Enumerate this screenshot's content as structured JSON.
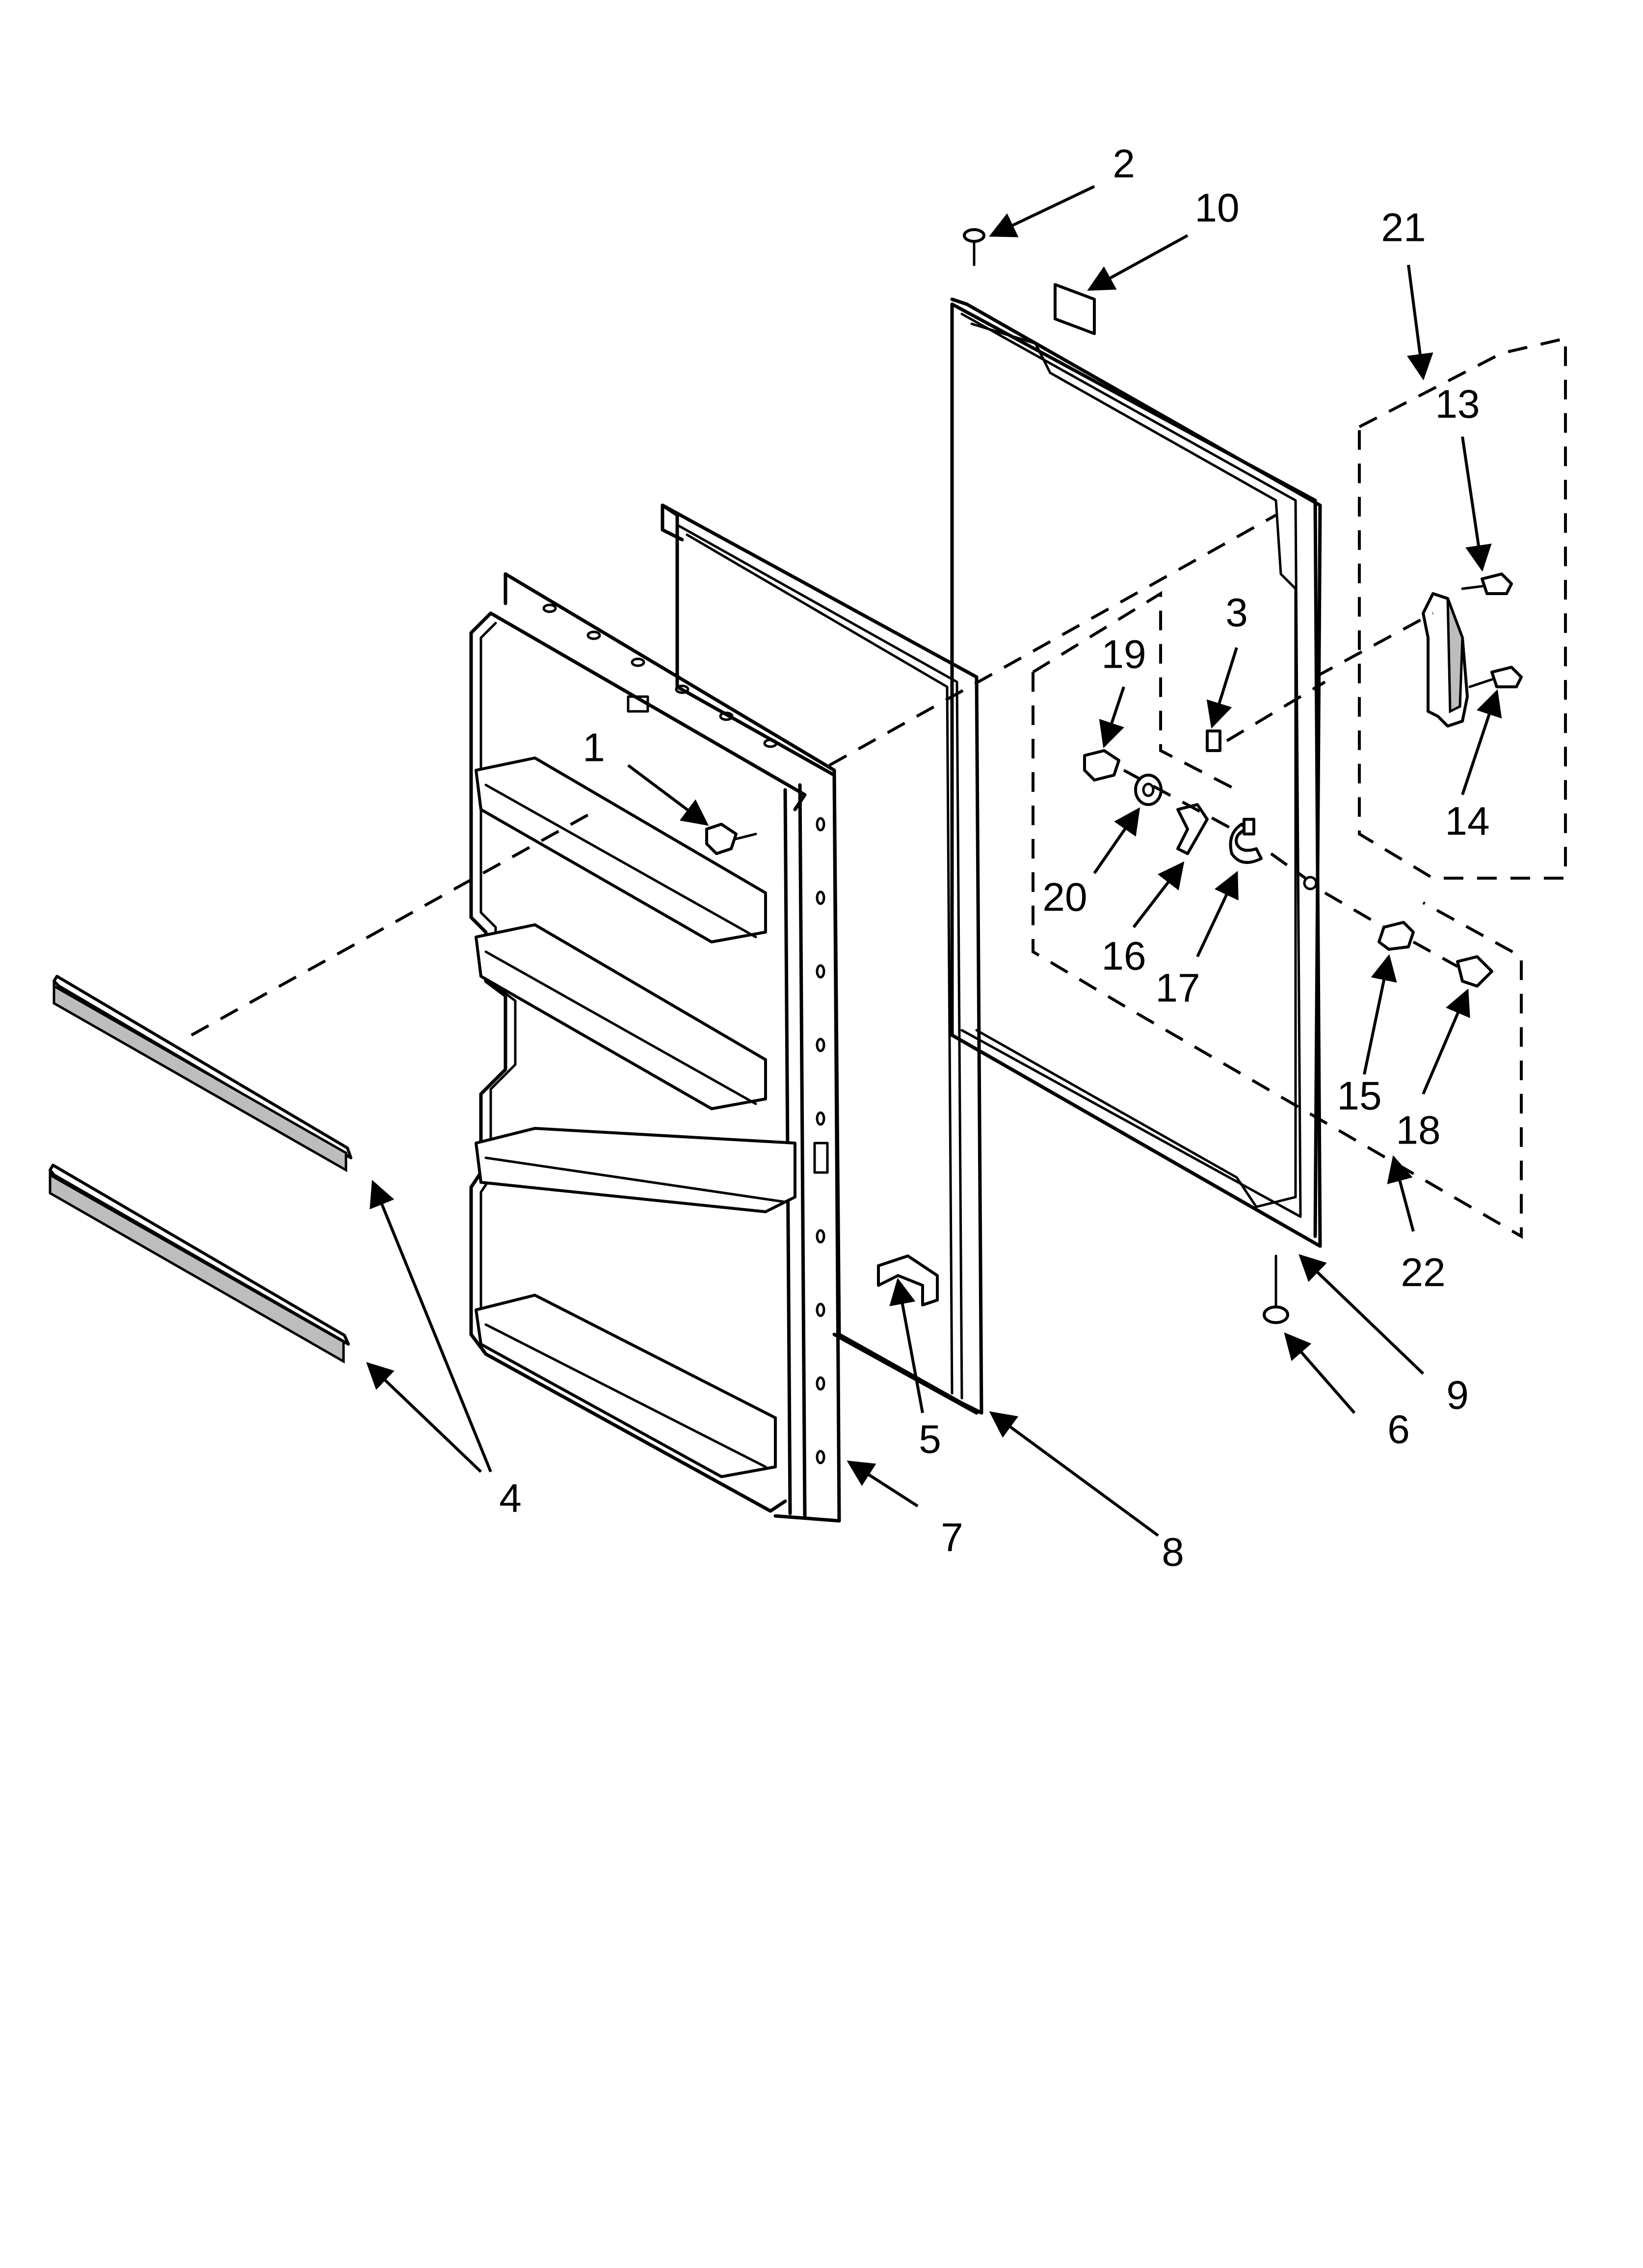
{
  "diagram": {
    "callouts": [
      {
        "id": "1",
        "label": "1"
      },
      {
        "id": "2",
        "label": "2"
      },
      {
        "id": "3",
        "label": "3"
      },
      {
        "id": "4",
        "label": "4"
      },
      {
        "id": "5",
        "label": "5"
      },
      {
        "id": "6",
        "label": "6"
      },
      {
        "id": "7",
        "label": "7"
      },
      {
        "id": "8",
        "label": "8"
      },
      {
        "id": "9",
        "label": "9"
      },
      {
        "id": "10",
        "label": "10"
      },
      {
        "id": "13",
        "label": "13"
      },
      {
        "id": "14",
        "label": "14"
      },
      {
        "id": "15",
        "label": "15"
      },
      {
        "id": "16",
        "label": "16"
      },
      {
        "id": "17",
        "label": "17"
      },
      {
        "id": "18",
        "label": "18"
      },
      {
        "id": "19",
        "label": "19"
      },
      {
        "id": "20",
        "label": "20"
      },
      {
        "id": "21",
        "label": "21"
      },
      {
        "id": "22",
        "label": "22"
      }
    ]
  }
}
